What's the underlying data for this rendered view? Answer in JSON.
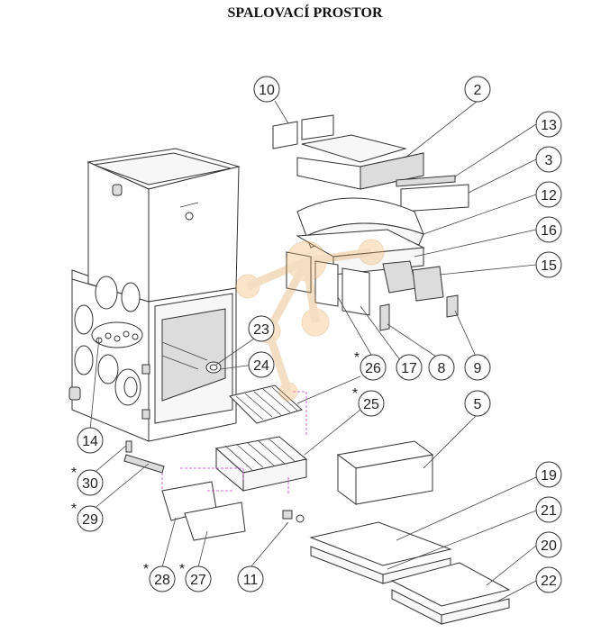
{
  "title": "SPALOVACÍ PROSTOR",
  "callouts": [
    {
      "id": "c10",
      "label": "10"
    },
    {
      "id": "c2",
      "label": "2"
    },
    {
      "id": "c13",
      "label": "13"
    },
    {
      "id": "c3",
      "label": "3"
    },
    {
      "id": "c12",
      "label": "12"
    },
    {
      "id": "c16",
      "label": "16"
    },
    {
      "id": "c15",
      "label": "15"
    },
    {
      "id": "c23",
      "label": "23"
    },
    {
      "id": "c24",
      "label": "24"
    },
    {
      "id": "c26",
      "label": "26",
      "star": "*"
    },
    {
      "id": "c17",
      "label": "17"
    },
    {
      "id": "c8",
      "label": "8"
    },
    {
      "id": "c9",
      "label": "9"
    },
    {
      "id": "c25",
      "label": "25",
      "star": "*"
    },
    {
      "id": "c5",
      "label": "5"
    },
    {
      "id": "c14",
      "label": "14"
    },
    {
      "id": "c30",
      "label": "30",
      "star": "*"
    },
    {
      "id": "c29",
      "label": "29",
      "star": "*"
    },
    {
      "id": "c19",
      "label": "19"
    },
    {
      "id": "c21",
      "label": "21"
    },
    {
      "id": "c20",
      "label": "20"
    },
    {
      "id": "c22",
      "label": "22"
    },
    {
      "id": "c28",
      "label": "28",
      "star": "*"
    },
    {
      "id": "c27",
      "label": "27",
      "star": "*"
    },
    {
      "id": "c11",
      "label": "11"
    }
  ]
}
